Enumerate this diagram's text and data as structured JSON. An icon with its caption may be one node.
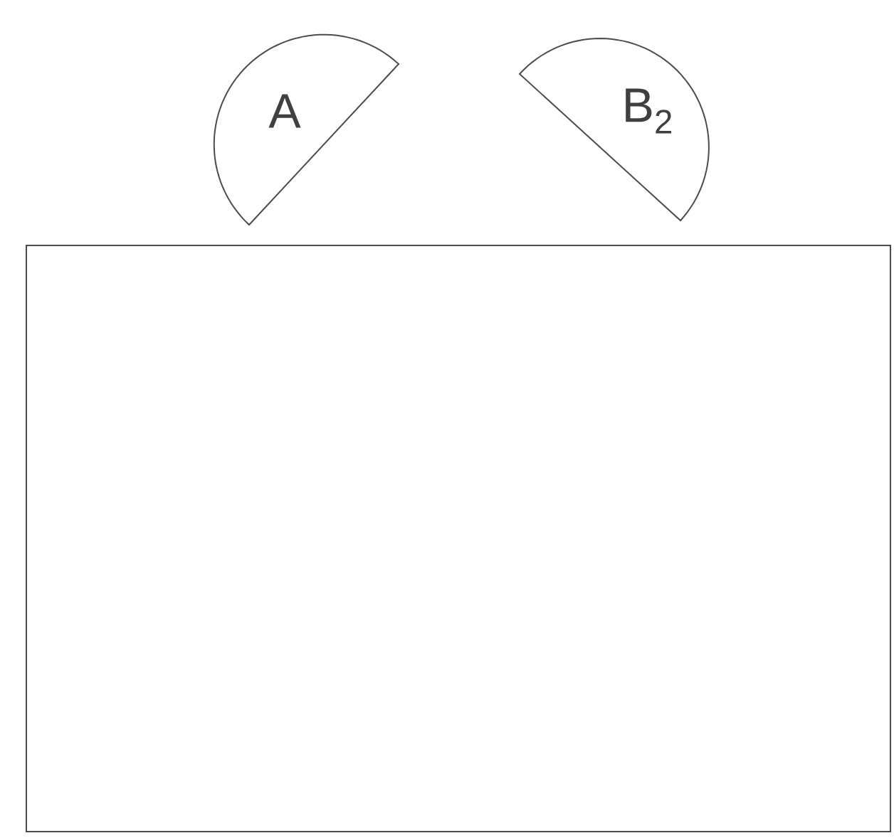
{
  "diagram": {
    "nodes": [
      {
        "text": [
          "A"
        ]
      },
      {
        "text": [
          "B$_{2}$"
        ]
      },
      {
        "text": [],
        "shape": "box"
      }
    ]
  }
}
